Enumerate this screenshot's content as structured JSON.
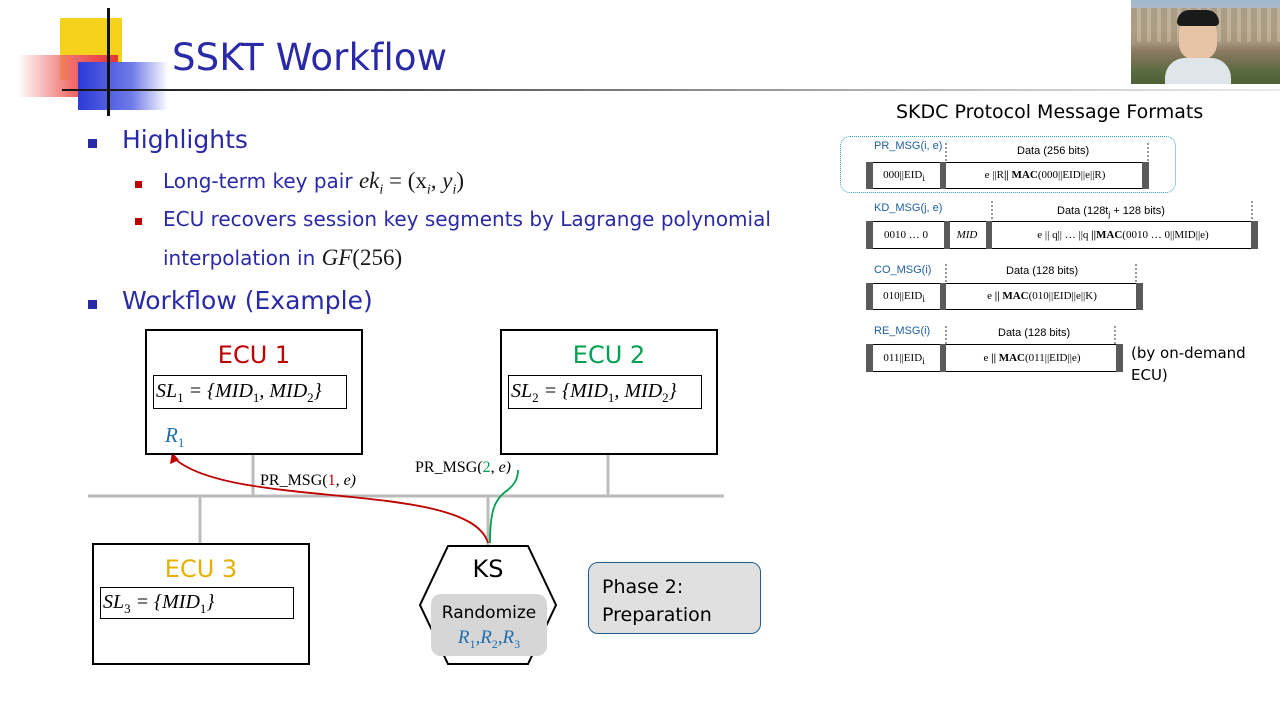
{
  "slide": {
    "title": "SSKT Workflow",
    "highlights_label": "Highlights",
    "bullet1_prefix": "Long-term key pair ",
    "bullet1_math": "ek",
    "bullet1_sub": "i",
    "bullet1_eq": " = (x",
    "bullet1_sub2": "i",
    "bullet1_mid": ", y",
    "bullet1_sub3": "i",
    "bullet1_end": ")",
    "bullet2_line1": "ECU recovers session key segments by Lagrange polynomial",
    "bullet2_line2_prefix": "interpolation in ",
    "bullet2_line2_math": "GF",
    "bullet2_line2_end": "(256)",
    "workflow_label": "Workflow (Example)"
  },
  "diagram": {
    "ecu1": {
      "title": "ECU 1",
      "color": "#c00000",
      "sl": "SL",
      "sl_sub": "1",
      "sl_eq": " = {MID",
      "m1": "1",
      "sep": ", MID",
      "m2": "2",
      "close": "}",
      "r": "R",
      "r_sub": "1"
    },
    "ecu2": {
      "title": "ECU 2",
      "color": "#00a050",
      "sl": "SL",
      "sl_sub": "2",
      "sl_eq": " = {MID",
      "m1": "1",
      "sep": ", MID",
      "m2": "2",
      "close": "}"
    },
    "ecu3": {
      "title": "ECU 3",
      "color": "#e6b000",
      "sl": "SL",
      "sl_sub": "3",
      "sl_eq": " = {MID",
      "m1": "1",
      "close": "}"
    },
    "ks": {
      "title": "KS",
      "action": "Randomize",
      "r1": "R",
      "r1s": "1",
      "r2": "R",
      "r2s": "2",
      "r3": "R",
      "r3s": "3"
    },
    "msg1": {
      "prefix": "PR_MSG(",
      "num": "1",
      "suffix": ", e)"
    },
    "msg2": {
      "prefix": "PR_MSG(",
      "num": "2",
      "suffix": ", e)"
    },
    "phase": {
      "line1": "Phase 2:",
      "line2": "Preparation"
    }
  },
  "formats": {
    "title": "SKDC Protocol Message Formats",
    "pr": {
      "label": "PR_MSG(i, e)",
      "data": "Data (256 bits)",
      "c1": "000||EID",
      "c1s": "i",
      "c2": "e ||R",
      "c2b": "|| MAC",
      "c2c": "(000||EID",
      "c2d": "||e||R",
      "c2e": ")"
    },
    "kd": {
      "label": "KD_MSG(j, e)",
      "data": "Data (128t",
      "data2": " + 128 bits)",
      "c1": "0010 … 0",
      "c2": "MID",
      "c3": "e || q",
      "c3b": "|| … ||q",
      "c3c": " ||MAC",
      "c3d": "(0010 … 0||MID",
      "c3e": "||e)"
    },
    "co": {
      "label": "CO_MSG(i)",
      "data": "Data (128 bits)",
      "c1": "010||EID",
      "c2": "e",
      "c2b": " || MAC",
      "c2c": "(010||EID",
      "c2d": "||e",
      "c2e": "||K",
      "c2f": ")"
    },
    "re": {
      "label": "RE_MSG(i)",
      "data": "Data (128 bits)",
      "c1": "011||EID",
      "c2": "e",
      "c2b": " || MAC",
      "c2c": "(011||EID",
      "c2d": "||e",
      "c2e": ")",
      "note": "(by on-demand ECU)"
    }
  },
  "colors": {
    "title_blue": "#2a2aa8",
    "red": "#c00000",
    "green": "#00a050",
    "yellow": "#e6b000",
    "link_blue": "#1f6fb0"
  },
  "icons": [
    "logo-decoration",
    "webcam-video"
  ]
}
